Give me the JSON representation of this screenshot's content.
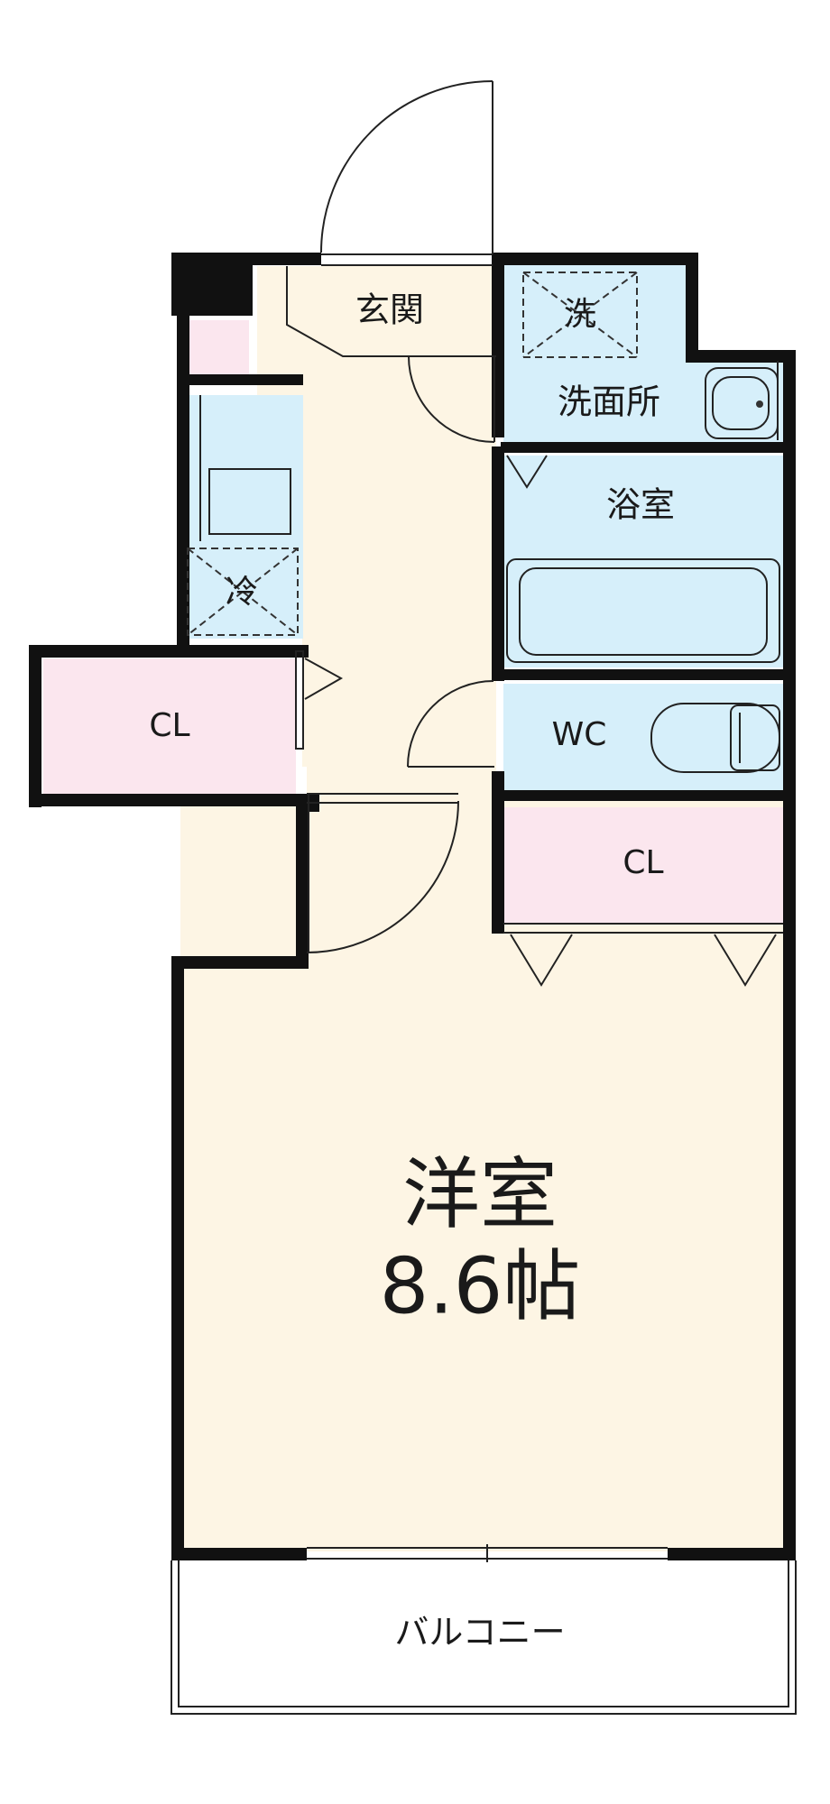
{
  "colors": {
    "wall": "#111111",
    "floor_wood": "#fdf5e4",
    "wet_area": "#d6effa",
    "closet": "#fbe6ee",
    "line": "#222222",
    "background": "#ffffff"
  },
  "rooms": {
    "genkan": "玄関",
    "washer": "洗",
    "washroom": "洗面所",
    "bathroom": "浴室",
    "fridge": "冷",
    "closet_left": "CL",
    "toilet": "WC",
    "closet_right": "CL",
    "main_room_name": "洋室",
    "main_room_size": "8.6帖",
    "balcony": "バルコニー"
  },
  "icons": [
    "entrance-door-swing-icon",
    "washing-machine-space-icon",
    "washbasin-icon",
    "bathtub-icon",
    "refrigerator-space-icon",
    "kitchen-sink-icon",
    "toilet-icon",
    "sliding-door-icon",
    "window-icon"
  ]
}
